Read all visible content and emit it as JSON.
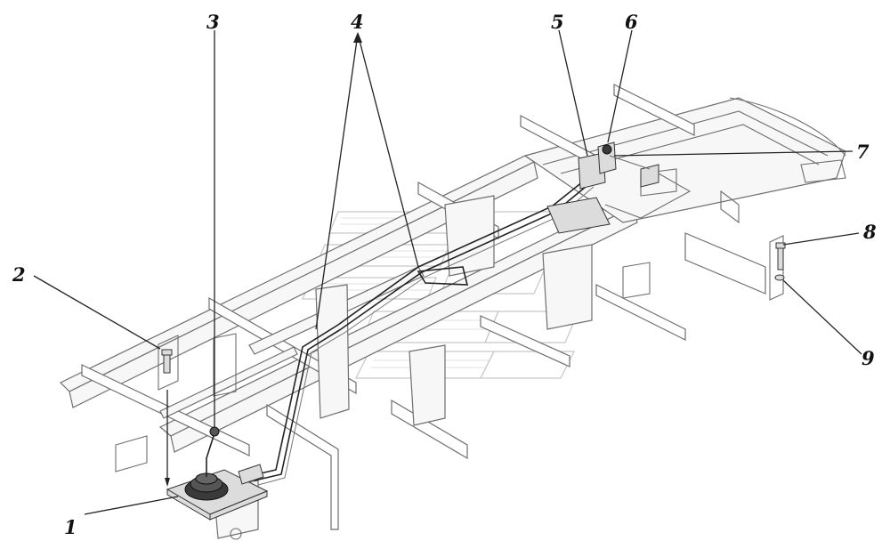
{
  "callouts": [
    {
      "id": "1",
      "label": "1"
    },
    {
      "id": "2",
      "label": "2"
    },
    {
      "id": "3",
      "label": "3"
    },
    {
      "id": "4",
      "label": "4"
    },
    {
      "id": "5",
      "label": "5"
    },
    {
      "id": "6",
      "label": "6"
    },
    {
      "id": "7",
      "label": "7"
    },
    {
      "id": "8",
      "label": "8"
    },
    {
      "id": "9",
      "label": "9"
    }
  ],
  "colors": {
    "line": "#222222",
    "frame": "#6e6e6e",
    "background": "#ffffff"
  }
}
